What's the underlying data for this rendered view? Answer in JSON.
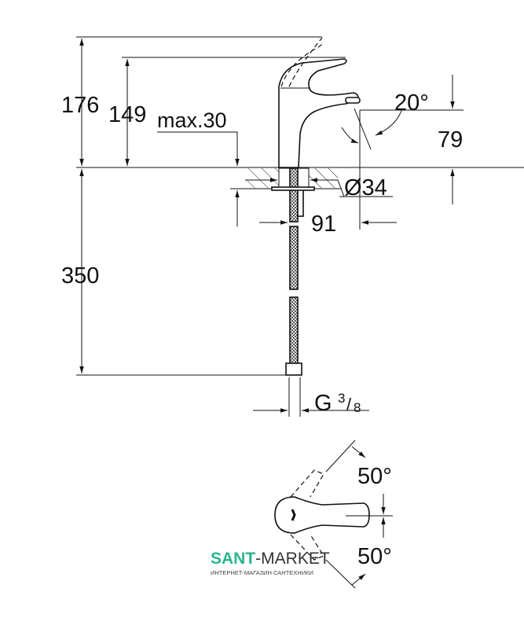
{
  "dimensions": {
    "total_height": "176",
    "lever_height": "149",
    "max_deck": "max.30",
    "spout_angle": "20°",
    "spout_height": "79",
    "hole_diameter": "Ø34",
    "reach": "91",
    "hose_length": "350",
    "thread": "G",
    "thread_num": "3",
    "thread_den": "8",
    "rotation_left": "50°",
    "rotation_right": "50°"
  },
  "watermark": {
    "brand_a": "SANT",
    "brand_b": "-MARKET",
    "tagline": "ИНТЕРНЕТ-МАГАЗИН САНТЕХНИКИ",
    "brand_color": "#2bb58f"
  }
}
